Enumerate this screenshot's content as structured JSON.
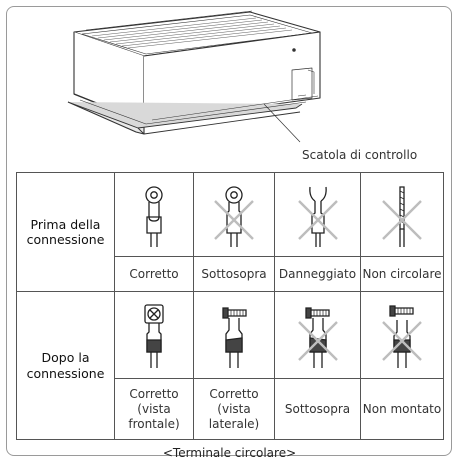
{
  "figure": {
    "control_box_label": "Scatola di controllo",
    "caption": "<Terminale circolare>"
  },
  "table": {
    "row1": {
      "header": "Prima della connessione",
      "items": [
        {
          "label": "Corretto",
          "icon": "round-terminal-correct-icon"
        },
        {
          "label": "Sottosopra",
          "icon": "round-terminal-upside-down-icon"
        },
        {
          "label": "Danneggiato",
          "icon": "damaged-terminal-icon"
        },
        {
          "label": "Non circolare",
          "icon": "non-circular-terminal-icon"
        }
      ]
    },
    "row2": {
      "header": "Dopo la connessione",
      "items": [
        {
          "label": "Corretto (vista frontale)",
          "icon": "screwed-terminal-front-icon"
        },
        {
          "label": "Corretto (vista laterale)",
          "icon": "screwed-terminal-side-icon"
        },
        {
          "label": "Sottosopra",
          "icon": "screwed-terminal-upside-down-icon"
        },
        {
          "label": "Non montato",
          "icon": "terminal-not-mounted-icon"
        }
      ]
    }
  }
}
